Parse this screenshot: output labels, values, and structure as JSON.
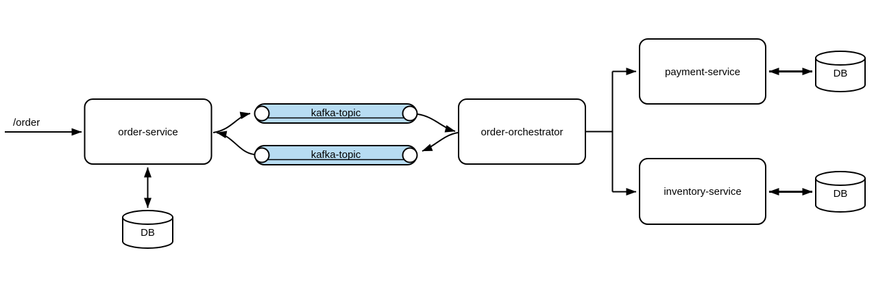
{
  "diagram": {
    "type": "microservices-architecture-flow",
    "colors": {
      "background": "#ffffff",
      "node_fill": "#ffffff",
      "line": "#000000",
      "queue_fill": "#b7dcf2"
    },
    "nodes": {
      "order_service": {
        "label": "order-service",
        "kind": "service"
      },
      "order_orchestrator": {
        "label": "order-orchestrator",
        "kind": "service"
      },
      "payment_service": {
        "label": "payment-service",
        "kind": "service"
      },
      "inventory_service": {
        "label": "inventory-service",
        "kind": "service"
      },
      "kafka_topic_request": {
        "label": "kafka-topic",
        "kind": "queue"
      },
      "kafka_topic_reply": {
        "label": "kafka-topic",
        "kind": "queue"
      },
      "order_db": {
        "label": "DB",
        "kind": "database"
      },
      "payment_db": {
        "label": "DB",
        "kind": "database"
      },
      "inventory_db": {
        "label": "DB",
        "kind": "database"
      }
    },
    "edges": [
      {
        "from": "client",
        "to": "order_service",
        "label": "/order",
        "direction": "one-way"
      },
      {
        "from": "order_service",
        "to": "order_db",
        "label": "",
        "direction": "two-way"
      },
      {
        "from": "order_service",
        "to": "kafka_topic_request",
        "label": "",
        "direction": "one-way"
      },
      {
        "from": "kafka_topic_request",
        "to": "order_orchestrator",
        "label": "",
        "direction": "one-way"
      },
      {
        "from": "order_orchestrator",
        "to": "kafka_topic_reply",
        "label": "",
        "direction": "one-way"
      },
      {
        "from": "kafka_topic_reply",
        "to": "order_service",
        "label": "",
        "direction": "one-way"
      },
      {
        "from": "order_orchestrator",
        "to": "payment_service",
        "label": "",
        "direction": "one-way"
      },
      {
        "from": "order_orchestrator",
        "to": "inventory_service",
        "label": "",
        "direction": "one-way"
      },
      {
        "from": "payment_service",
        "to": "payment_db",
        "label": "",
        "direction": "two-way"
      },
      {
        "from": "inventory_service",
        "to": "inventory_db",
        "label": "",
        "direction": "two-way"
      }
    ]
  }
}
